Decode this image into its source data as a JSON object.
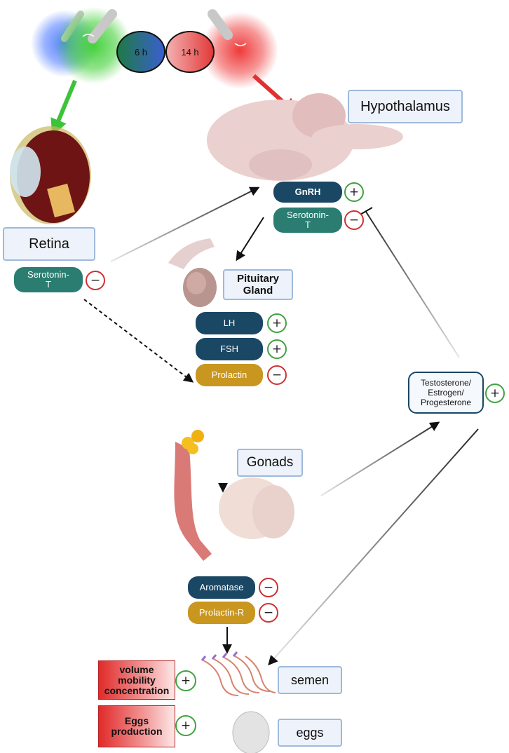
{
  "photoperiod": {
    "short": "6 h",
    "long": "14 h"
  },
  "labels": {
    "hypothalamus": "Hypothalamus",
    "retina": "Retina",
    "pituitary": "Pituitary\nGland",
    "gonads": "Gonads",
    "semen": "semen",
    "eggs": "eggs",
    "steroids": "Testosterone/\nEstrogen/\nProgesterone"
  },
  "hypothalamus_factors": [
    {
      "label": "GnRH",
      "sign": "+"
    },
    {
      "label": "Serotonin-\nT",
      "sign": "-"
    }
  ],
  "retina_factor": {
    "label": "Serotonin-\nT",
    "sign": "-"
  },
  "pituitary_factors": [
    {
      "label": "LH",
      "sign": "+"
    },
    {
      "label": "FSH",
      "sign": "+"
    },
    {
      "label": "Prolactin",
      "sign": "-"
    }
  ],
  "gonad_factors": [
    {
      "label": "Aromatase",
      "sign": "-"
    },
    {
      "label": "Prolactin-R",
      "sign": "-"
    }
  ],
  "steroid_sign": "+",
  "outcomes": [
    {
      "label": "volume\nmobility\nconcentration",
      "sign": "+"
    },
    {
      "label": "Eggs\nproduction",
      "sign": "+"
    }
  ],
  "colors": {
    "green_light": "#3ec23a",
    "red_light": "#e03131",
    "blue_light": "#3a6fe0",
    "gnrh": "#1a4763",
    "serotonin": "#2a7d70",
    "prolactin": "#c9961f"
  }
}
